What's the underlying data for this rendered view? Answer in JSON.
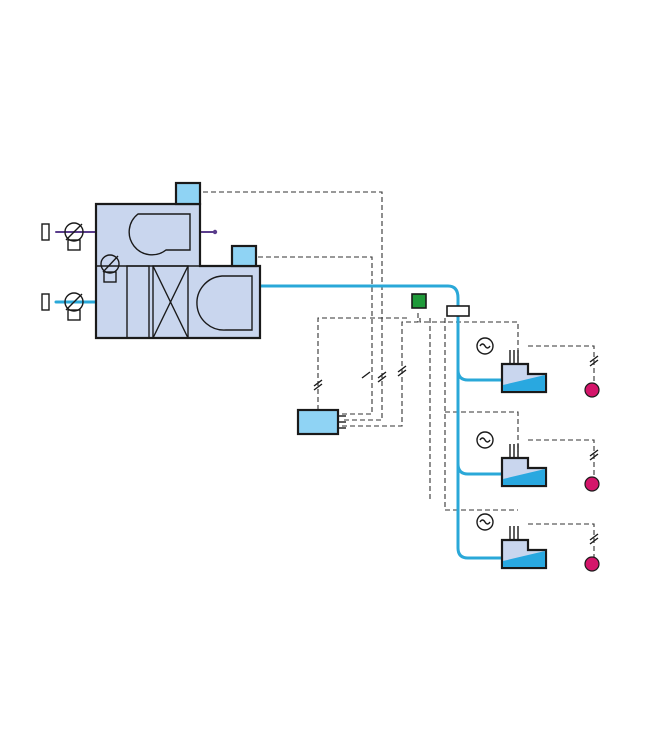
{
  "colors": {
    "air_handler_body": "#c9d6ee",
    "fan": "#8ccf8c",
    "filter": "#f7f1a0",
    "coil": "#bfe3f2",
    "actuator": "#8fd3f4",
    "supply_duct": "#2aa8d8",
    "outdoor_air_line": "#5a3d8c",
    "static_pressure_sensor": "#1f9a3a",
    "room_sensor": "#d4156a",
    "vav_box": "#c9d6ee",
    "vav_damper": "#29a8e0",
    "controller": "#8fd3f4"
  },
  "components": {
    "air_handler": {
      "name": "air-handling-unit",
      "fans": 2,
      "damper_actuators": 2
    },
    "controller": {
      "name": "controller"
    },
    "static_pressure_sensor": {
      "name": "duct-static-pressure-sensor"
    },
    "airflow_station": {
      "name": "airflow-station"
    },
    "vav_terminals": [
      {
        "name": "vav-box-1",
        "has_flow_sensor": true,
        "has_room_sensor": true
      },
      {
        "name": "vav-box-2",
        "has_flow_sensor": true,
        "has_room_sensor": true
      },
      {
        "name": "vav-box-3",
        "has_flow_sensor": true,
        "has_room_sensor": true
      }
    ]
  },
  "icons": [
    "damper-icon",
    "fan-icon",
    "filter-icon",
    "coil-icon",
    "actuator-icon",
    "flow-sensor-icon",
    "room-sensor-icon"
  ]
}
